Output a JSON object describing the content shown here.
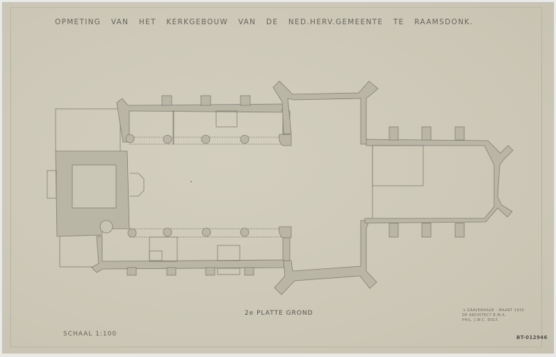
{
  "drawing": {
    "title": "OPMETING VAN HET KERKGEBOUW VAN DE NED.HERV.GEMEENTE TE RAAMSDONK.",
    "subtitle": "2e PLATTE GROND",
    "scale_label": "SCHAAL 1:100",
    "signature": {
      "line1": "'s GRAVENHAGE · MAART 1930",
      "line2": "DE ARCHITECT  B.M.A.",
      "line3": "PHIL. J.W.C. DOLT."
    },
    "identifier": "BT-012946"
  },
  "colors": {
    "paper": "#cdc9b9",
    "wall_fill": "#bab6a6",
    "line": "#7c7a72",
    "text": "#5d5b55"
  }
}
